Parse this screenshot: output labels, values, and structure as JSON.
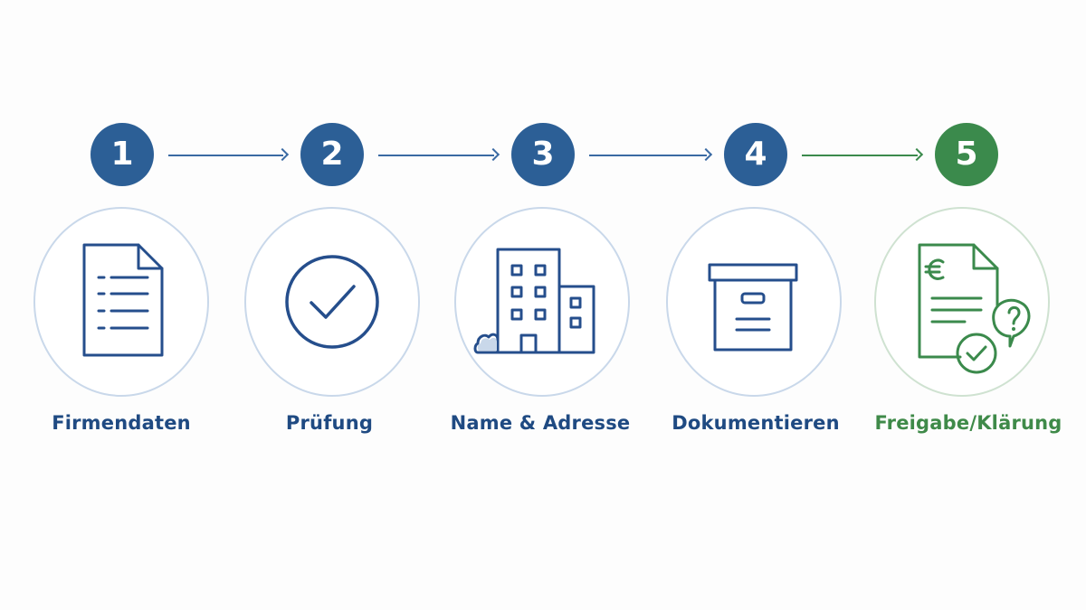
{
  "colors": {
    "blue": "#2c5f96",
    "blue_line": "#3a6aa3",
    "blue_ring": "#c9d8ea",
    "icon_blue": "#254e8c",
    "green": "#3b8a4c",
    "green_ring": "#cfe2d1",
    "label_blue": "#1f4a82",
    "label_green": "#3f8a49"
  },
  "steps": [
    {
      "number": "1",
      "label": "Firmendaten",
      "icon": "document-list-icon"
    },
    {
      "number": "2",
      "label": "Prüfung",
      "icon": "checkmark-circle-icon"
    },
    {
      "number": "3",
      "label": "Name & Adresse",
      "icon": "office-building-icon"
    },
    {
      "number": "4",
      "label": "Dokumentieren",
      "icon": "archive-box-icon"
    },
    {
      "number": "5",
      "label": "Freigabe/Klärung",
      "icon": "invoice-euro-question-icon"
    }
  ]
}
